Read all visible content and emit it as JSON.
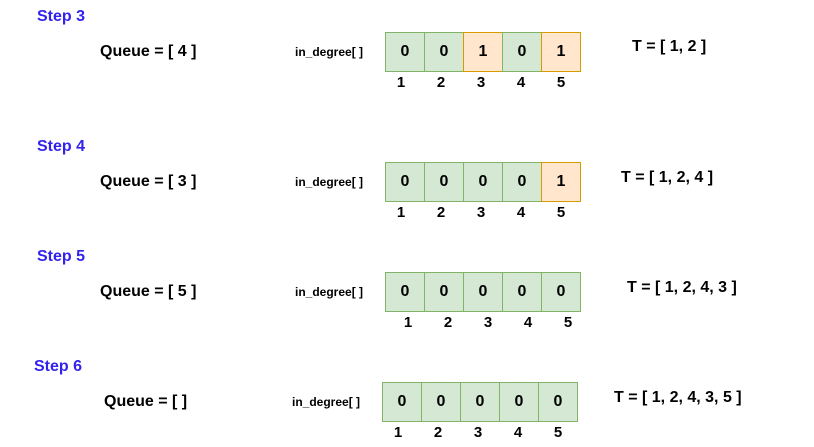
{
  "colors": {
    "step_title": "#3322ee",
    "zero_fill": "#d5e8d4",
    "zero_border": "#82b366",
    "nonzero_fill": "#ffe6cc",
    "nonzero_border": "#d79b00"
  },
  "steps": [
    {
      "title": "Step 3",
      "queue": "Queue = [ 4 ]",
      "degree_label": "in_degree[ ]",
      "values": [
        "0",
        "0",
        "1",
        "0",
        "1"
      ],
      "indices": [
        "1",
        "2",
        "3",
        "4",
        "5"
      ],
      "t_list": "T = [ 1, 2 ]"
    },
    {
      "title": "Step 4",
      "queue": "Queue = [ 3 ]",
      "degree_label": "in_degree[ ]",
      "values": [
        "0",
        "0",
        "0",
        "0",
        "1"
      ],
      "indices": [
        "1",
        "2",
        "3",
        "4",
        "5"
      ],
      "t_list": "T = [ 1, 2, 4 ]"
    },
    {
      "title": "Step 5",
      "queue": "Queue = [ 5 ]",
      "degree_label": "in_degree[ ]",
      "values": [
        "0",
        "0",
        "0",
        "0",
        "0"
      ],
      "indices": [
        "1",
        "2",
        "3",
        "4",
        "5"
      ],
      "t_list": "T = [ 1, 2, 4, 3 ]"
    },
    {
      "title": "Step 6",
      "queue": "Queue = [ ]",
      "degree_label": "in_degree[ ]",
      "values": [
        "0",
        "0",
        "0",
        "0",
        "0"
      ],
      "indices": [
        "1",
        "2",
        "3",
        "4",
        "5"
      ],
      "t_list": "T = [ 1, 2, 4, 3, 5 ]"
    }
  ]
}
